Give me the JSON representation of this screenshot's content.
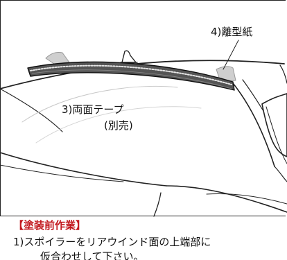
{
  "diagram": {
    "callouts": {
      "release_paper": "4)離型紙",
      "double_sided_tape_line1": "3)両面テープ",
      "double_sided_tape_line2": "(別売)"
    }
  },
  "instructions": {
    "heading": "【塗装前作業】",
    "step_1_line1": "1)スポイラーをリアウインド面の上端部に",
    "step_1_line2": "仮合わせして下さい。"
  }
}
